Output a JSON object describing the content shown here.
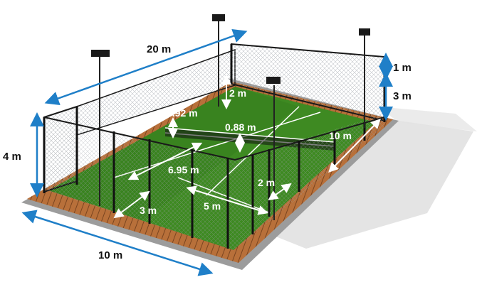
{
  "colors": {
    "turf": "#3e8a22",
    "turf_dark": "#2d6e19",
    "deck": "#b8703a",
    "frame": "#1a1a1a",
    "blue_arrow": "#1f7fc8",
    "white_arrow": "#ffffff"
  },
  "dimensions": {
    "length_20m": "20 m",
    "width_10m_front": "10 m",
    "width_10m_side": "10 m",
    "back_wall_4m": "4 m",
    "top_fence_1m": "1 m",
    "side_wall_3m": "3 m",
    "mesh_2m": "2 m",
    "net_0_92m": "0.92 m",
    "net_0_88m": "0.88 m",
    "service_6_95m": "6.95 m",
    "service_3m": "3 m",
    "service_5m": "5 m",
    "door_2m": "2 m"
  }
}
